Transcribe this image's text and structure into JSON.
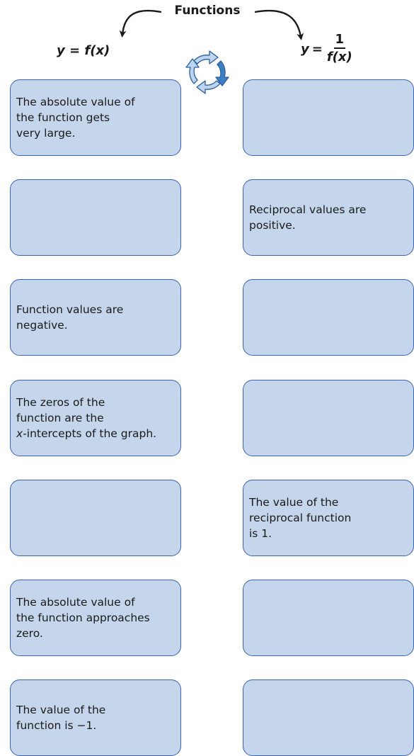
{
  "diagram": {
    "title": "Functions",
    "left_heading": {
      "lhs": "y",
      "eq": "=",
      "rhs": "f(x)"
    },
    "right_heading": {
      "lhs": "y",
      "eq": "=",
      "numerator": "1",
      "denominator": "f(x)"
    },
    "cycle_icon": "circular-arrows-icon",
    "colors": {
      "box_fill": "#c5d5ec",
      "box_border": "#3a64ad",
      "icon_blue": "#3c7fc4"
    },
    "rows": [
      {
        "left": "The absolute value of\nthe function gets\nvery large.",
        "right": ""
      },
      {
        "left": "",
        "right": "Reciprocal values are\npositive."
      },
      {
        "left": "Function values are\nnegative.",
        "right": ""
      },
      {
        "left": "The zeros of the\nfunction are the\nx-intercepts of the graph.",
        "right": ""
      },
      {
        "left": "",
        "right": "The value of the\nreciprocal function\nis 1."
      },
      {
        "left": "The absolute value of\nthe function approaches\nzero.",
        "right": ""
      },
      {
        "left": "The value of the\nfunction is −1.",
        "right": ""
      }
    ]
  }
}
